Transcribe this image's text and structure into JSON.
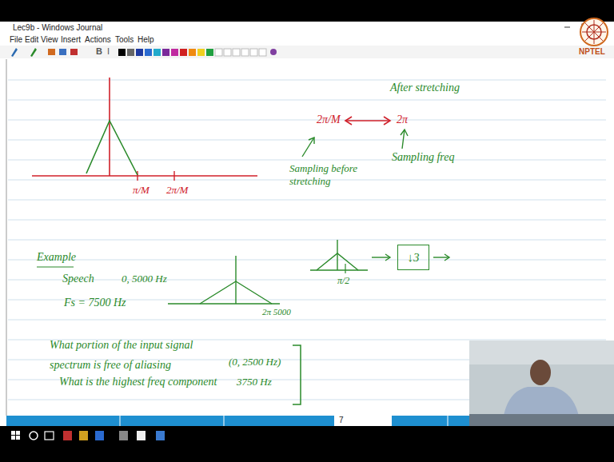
{
  "diagram": {
    "nodes": [
      {
        "text": [
          "↓3"
        ]
      }
    ],
    "labels": [
      "Lec9b - Windows Journal",
      "File",
      "Edit",
      "View",
      "Insert",
      "Actions",
      "Tools",
      "Help",
      "B",
      "I",
      "NPTEL",
      "π/M",
      "2π/M",
      "After stretching",
      "2π/M",
      "2π",
      "Sampling before stretching",
      "Sampling freq",
      "Example",
      "Speech",
      "0, 5000 Hz",
      "Fs = 7500 Hz",
      "2π 5000",
      "π/2",
      "What portion of the input signal spectrum is free of aliasing",
      "(0, 2500 Hz)",
      "What is the highest freq component",
      "3750 Hz",
      "7"
    ]
  }
}
